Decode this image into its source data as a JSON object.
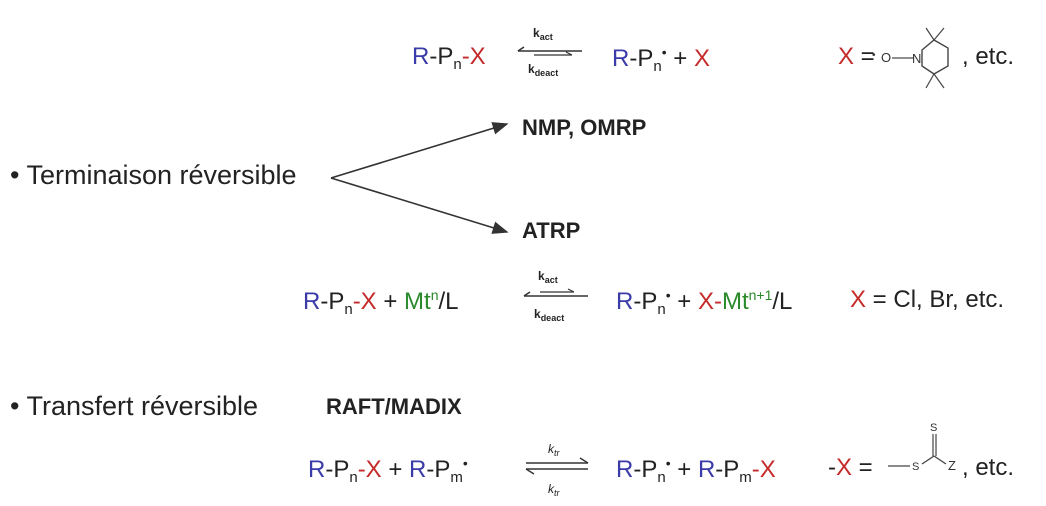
{
  "top_eq": {
    "r": "R",
    "p": "-P",
    "n": "n",
    "dash_x": "-X",
    "r2": "R",
    "p2": "-P",
    "n2": "n",
    "rad": "•",
    "plus": " + ",
    "x": "X",
    "k_act": "k",
    "k_act_sub": "act",
    "k_deact": "k",
    "k_deact_sub": "deact",
    "note_x": "X",
    "note_eq": " = ",
    "note_etc": ", etc.",
    "tempo_o": "O",
    "tempo_n": "N"
  },
  "bullet1": {
    "text": "• Terminaison réversible"
  },
  "methods": {
    "nmp": "NMP, OMRP",
    "atrp": "ATRP"
  },
  "atrp_eq": {
    "r": "R",
    "p": "-P",
    "n": "n",
    "dash_x": "-X",
    "plus1": " + ",
    "mt": "Mt",
    "mt_sup": "n",
    "l": "/L",
    "k_act": "k",
    "k_act_sub": "act",
    "k_deact": "k",
    "k_deact_sub": "deact",
    "r2": "R",
    "p2": "-P",
    "n2": "n",
    "rad": "•",
    "plus2": " + ",
    "x2": "X",
    "dash": "-",
    "mt2": "Mt",
    "mt2_sup": "n+1",
    "l2": "/L",
    "note_x": "X",
    "note_rest": " = Cl, Br, etc."
  },
  "bullet2": {
    "text": "• Transfert réversible",
    "method": "RAFT/MADIX"
  },
  "raft_eq": {
    "r": "R",
    "p": "-P",
    "n": "n",
    "dash_x": "-X",
    "plus1": " + ",
    "r_b": "R",
    "p_b": "-P",
    "m": "m",
    "rad": "•",
    "k_tr": "k",
    "k_tr_sub": "tr",
    "r2": "R",
    "p2": "-P",
    "n2": "n",
    "rad2": "•",
    "plus2": " + ",
    "r3": "R",
    "p3": "-P",
    "m3": "m",
    "dash_x3": "-X",
    "note_dash": "-",
    "note_x": "X",
    "note_eq": " = ",
    "note_etc": ", etc.",
    "s1": "S",
    "s2": "S",
    "z": "Z"
  },
  "colors": {
    "blue": "#3a3aa8",
    "red": "#c42a2a",
    "green": "#2a8a2a"
  }
}
